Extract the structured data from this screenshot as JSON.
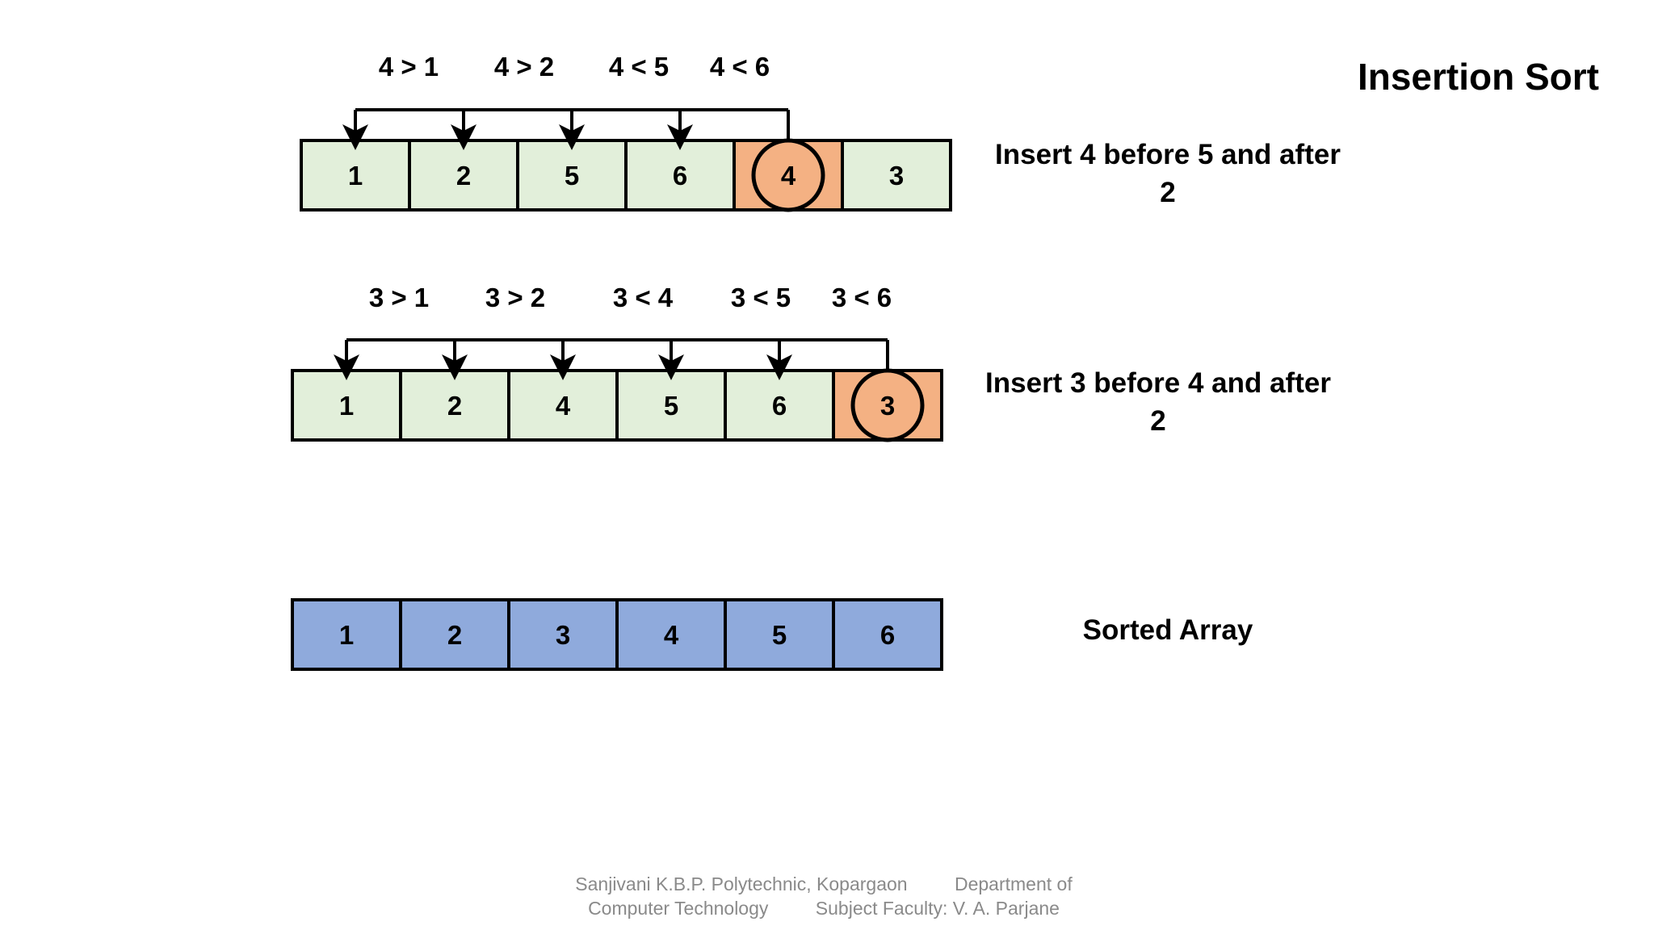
{
  "title": "Insertion Sort",
  "colors": {
    "sorted_cell": "#e2efda",
    "key_cell": "#f4b183",
    "final_cell": "#8faadc",
    "stroke": "#000000",
    "footer_text": "#8a8a8a"
  },
  "steps": [
    {
      "comparisons": [
        "4 > 1",
        "4 > 2",
        "4 < 5",
        "4 < 6"
      ],
      "array": [
        "1",
        "2",
        "5",
        "6",
        "4",
        "3"
      ],
      "key_index": 4,
      "caption": "Insert 4 before 5 and after 2"
    },
    {
      "comparisons": [
        "3 > 1",
        "3 > 2",
        "3 < 4",
        "3 < 5",
        "3 < 6"
      ],
      "array": [
        "1",
        "2",
        "4",
        "5",
        "6",
        "3"
      ],
      "key_index": 5,
      "caption": "Insert 3 before 4 and after 2"
    }
  ],
  "sorted": {
    "array": [
      "1",
      "2",
      "3",
      "4",
      "5",
      "6"
    ],
    "caption": "Sorted Array"
  },
  "footer": {
    "institution": "Sanjivani K.B.P. Polytechnic, Kopargaon",
    "department": "Department of Computer Technology",
    "faculty": "Subject Faculty: V. A. Parjane"
  }
}
